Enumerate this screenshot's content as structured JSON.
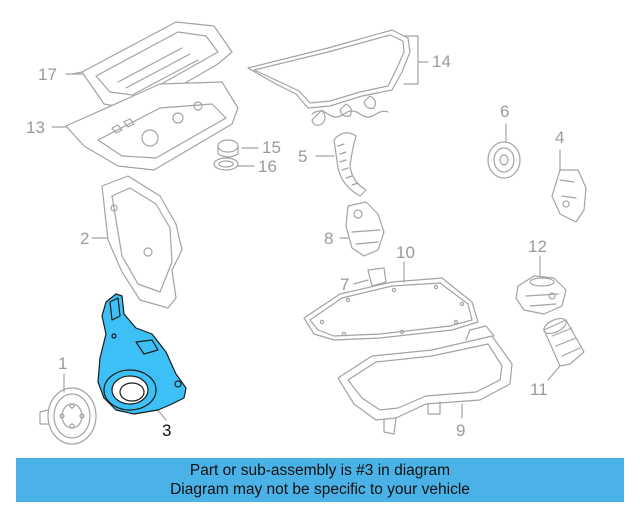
{
  "diagram": {
    "highlight_color": "#3cc0f5",
    "line_color": "#a3a3a3",
    "parts": [
      {
        "id": "1",
        "label": "1"
      },
      {
        "id": "2",
        "label": "2"
      },
      {
        "id": "3",
        "label": "3",
        "highlighted": true
      },
      {
        "id": "4",
        "label": "4"
      },
      {
        "id": "5",
        "label": "5"
      },
      {
        "id": "6",
        "label": "6"
      },
      {
        "id": "7",
        "label": "7"
      },
      {
        "id": "8",
        "label": "8"
      },
      {
        "id": "9",
        "label": "9"
      },
      {
        "id": "10",
        "label": "10"
      },
      {
        "id": "11",
        "label": "11"
      },
      {
        "id": "12",
        "label": "12"
      },
      {
        "id": "13",
        "label": "13"
      },
      {
        "id": "14",
        "label": "14"
      },
      {
        "id": "15",
        "label": "15"
      },
      {
        "id": "16",
        "label": "16"
      },
      {
        "id": "17",
        "label": "17"
      }
    ]
  },
  "banner": {
    "line1": "Part or sub-assembly is #3 in diagram",
    "line2": "Diagram may not be specific to your vehicle",
    "background": "#4ab2e6"
  }
}
